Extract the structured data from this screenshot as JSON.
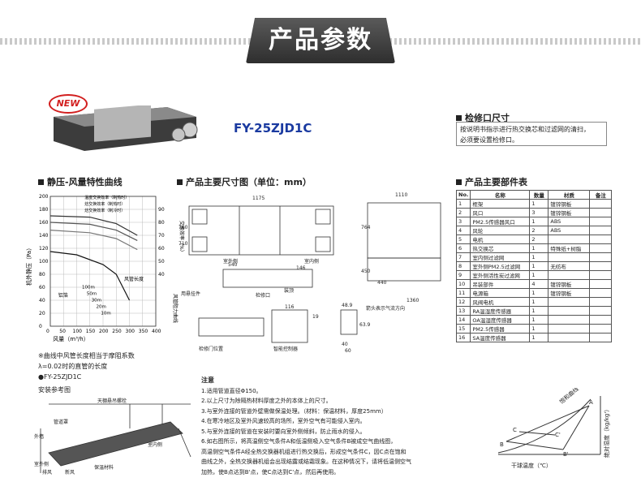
{
  "header": {
    "title": "产品参数"
  },
  "product": {
    "badge": "NEW",
    "model": "FY-25ZJD1C"
  },
  "inspection": {
    "title": "检修口尺寸",
    "text1": "按说明书指示进行热交换芯和过滤网的清扫，",
    "text2": "必须要设置检修口。"
  },
  "curve": {
    "title": "静压-风量特性曲线",
    "ylabel": "机外静压（Pa）",
    "xlabel": "风量（m³/h）",
    "y2label": "交换效率（%）",
    "y3label": "风管阻力曲线",
    "duct_label": "风管长度",
    "material": "铝箔",
    "legend": [
      "温度交换效率（制热时）",
      "焓交换效率（制热时）",
      "焓交换效率（制冷时）"
    ],
    "annotation": "※曲线中风管长度相当于摩阻系数",
    "annotation2": "λ=0.02时的直管的长度",
    "model_line": "●FY-25ZJD1C"
  },
  "chart_data": {
    "type": "line",
    "title": "静压-风量特性曲线",
    "xlabel": "风量（m³/h）",
    "ylabel": "机外静压（Pa）",
    "xlim": [
      0,
      400
    ],
    "ylim": [
      0,
      200
    ],
    "x_ticks": [
      0,
      50,
      100,
      150,
      200,
      250,
      300,
      350,
      400
    ],
    "y_ticks": [
      0,
      20,
      40,
      60,
      80,
      100,
      120,
      140,
      160,
      180,
      200
    ],
    "y2_ticks": [
      40,
      50,
      60,
      70,
      80,
      90
    ],
    "duct_lengths": [
      "100m",
      "50m",
      "30m",
      "20m",
      "10m"
    ],
    "series": [
      {
        "name": "温度交换效率（制热时）",
        "x": [
          0,
          150,
          250,
          330
        ],
        "y": [
          170,
          168,
          158,
          140
        ]
      },
      {
        "name": "焓交换效率（制热时）",
        "x": [
          0,
          150,
          250,
          330
        ],
        "y": [
          160,
          157,
          148,
          132
        ]
      },
      {
        "name": "焓交换效率（制冷时）",
        "x": [
          0,
          150,
          250,
          330
        ],
        "y": [
          148,
          144,
          135,
          118
        ]
      },
      {
        "name": "静压",
        "x": [
          0,
          100,
          200,
          250,
          300
        ],
        "y": [
          115,
          110,
          95,
          80,
          40
        ]
      }
    ]
  },
  "dims": {
    "title": "产品主要尺寸图（单位：mm）",
    "labels": [
      "1175",
      "1110",
      "1360",
      "450",
      "440",
      "764",
      "760",
      "710",
      "540",
      "116",
      "19",
      "48.9",
      "40",
      "60",
      "63.9",
      "146"
    ],
    "remarks": [
      "用悬挂件",
      "检修口",
      "装顶",
      "室外侧",
      "室内侧",
      "智能控制器",
      "检修门位置",
      "箭头表示气流方向"
    ]
  },
  "parts": {
    "title": "产品主要部件表",
    "headers": [
      "No.",
      "名称",
      "数量",
      "材质",
      "备注"
    ],
    "rows": [
      [
        "1",
        "框架",
        "1",
        "镀锌钢板",
        ""
      ],
      [
        "2",
        "风口",
        "3",
        "镀锌钢板",
        ""
      ],
      [
        "3",
        "PM2.5传感器风口",
        "1",
        "ABS",
        ""
      ],
      [
        "4",
        "风轮",
        "2",
        "ABS",
        ""
      ],
      [
        "5",
        "电机",
        "2",
        "",
        ""
      ],
      [
        "6",
        "热交换芯",
        "1",
        "特殊纸+树脂",
        ""
      ],
      [
        "7",
        "室内侧过滤网",
        "1",
        "",
        ""
      ],
      [
        "8",
        "室外侧PM2.5过滤网",
        "1",
        "无纺布",
        ""
      ],
      [
        "9",
        "室外侧活性炭过滤网",
        "1",
        "",
        ""
      ],
      [
        "10",
        "吊装部件",
        "4",
        "镀锌钢板",
        ""
      ],
      [
        "11",
        "电源箱",
        "1",
        "镀锌钢板",
        ""
      ],
      [
        "12",
        "风阀电机",
        "1",
        "",
        ""
      ],
      [
        "13",
        "RA温湿度传感器",
        "1",
        "",
        ""
      ],
      [
        "14",
        "OA温湿度传感器",
        "1",
        "",
        ""
      ],
      [
        "15",
        "PM2.5传感器",
        "1",
        "",
        ""
      ],
      [
        "16",
        "SA温度传感器",
        "1",
        "",
        ""
      ]
    ]
  },
  "install": {
    "title": "安装参考图",
    "labels": [
      "天棚悬吊螺栓",
      "管道罩",
      "室外侧",
      "室内侧",
      "排风",
      "新风",
      "保温材料",
      "外墙"
    ]
  },
  "notes": {
    "title": "注意",
    "lines": [
      "1.适用管道直径Φ150。",
      "2.以上尺寸为除隔热材料厚度之外的本体上的尺寸。",
      "3.与室外连接的管道外壁需做保温处理。（材料：保温材料，厚度25mm）",
      "4.在寒冷地区及室外风速较高的场所，室外空气有可能侵入室内。",
      "5.与室外连接的管道在安装时要向室外侧倾斜，防止雨水的侵入。",
      "6.如右图所示，将高温侧空气条件A和低温侧吸入空气条件B被成空气曲线图，",
      "  高温侧空气条件A经全热交换器机组进行热交换后，形成空气条件C，因C点在饱和",
      "  曲线之外，全热交换器机组会出现结露或结霜现象。在这种情况下，请将低温侧空气",
      "  加热，使B点达到B'点，使C点达到C'点，然后再使用。"
    ]
  },
  "psychro": {
    "ylabel": "绝对湿度（kg/kg'）",
    "xlabel": "干球温度（℃）",
    "curve_label": "饱和曲线",
    "points": [
      "A",
      "B",
      "B'",
      "C",
      "C'"
    ]
  }
}
